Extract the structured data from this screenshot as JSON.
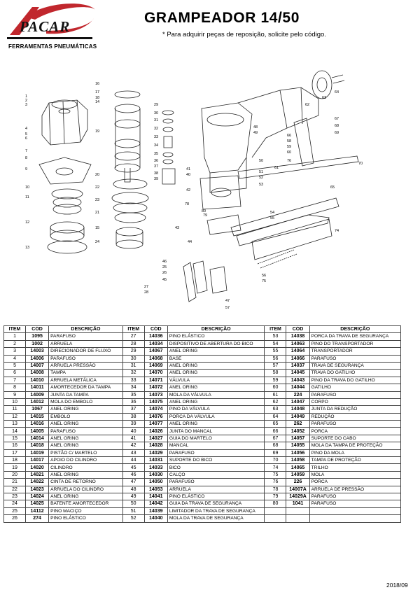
{
  "header": {
    "brand": "PACAR",
    "brand_sub": "FERRAMENTAS PNEUMÁTICAS",
    "title": "GRAMPEADOR 14/50",
    "subtitle": "* Para adquirir peças de reposição, solicite pelo código."
  },
  "table": {
    "headers": [
      "ITEM",
      "CÓD",
      "DESCRIÇÃO"
    ],
    "rows": [
      [
        {
          "item": "1",
          "cod": "1095",
          "desc": "PARAFUSO"
        },
        {
          "item": "27",
          "cod": "14036",
          "desc": "PINO ELÁSTICO"
        },
        {
          "item": "53",
          "cod": "14038",
          "desc": "PORCA DA TRAVA DE SEGURANÇA"
        }
      ],
      [
        {
          "item": "2",
          "cod": "1002",
          "desc": "ARRUELA"
        },
        {
          "item": "28",
          "cod": "14034",
          "desc": "DISPOSITIVO DE ABERTURA DO BICO"
        },
        {
          "item": "54",
          "cod": "14063",
          "desc": "PINO DO TRANSPORTADOR"
        }
      ],
      [
        {
          "item": "3",
          "cod": "14003",
          "desc": "DIRECIONADOR DE FLUXO"
        },
        {
          "item": "29",
          "cod": "14067",
          "desc": "ANEL ORING"
        },
        {
          "item": "55",
          "cod": "14064",
          "desc": "TRANSPORTADOR"
        }
      ],
      [
        {
          "item": "4",
          "cod": "14006",
          "desc": "PARAFUSO"
        },
        {
          "item": "30",
          "cod": "14068",
          "desc": "BASE"
        },
        {
          "item": "56",
          "cod": "14066",
          "desc": "PARAFUSO"
        }
      ],
      [
        {
          "item": "5",
          "cod": "14007",
          "desc": "ARRUELA PRESSÃO"
        },
        {
          "item": "31",
          "cod": "14069",
          "desc": "ANEL ORING"
        },
        {
          "item": "57",
          "cod": "14037",
          "desc": "TRAVA DE SEGURANÇA"
        }
      ],
      [
        {
          "item": "6",
          "cod": "14008",
          "desc": "TAMPA"
        },
        {
          "item": "32",
          "cod": "14070",
          "desc": "ANEL ORING"
        },
        {
          "item": "58",
          "cod": "14045",
          "desc": "TRAVA DO GATILHO"
        }
      ],
      [
        {
          "item": "7",
          "cod": "14010",
          "desc": "ARRUELA METÁLICA"
        },
        {
          "item": "33",
          "cod": "14071",
          "desc": "VÁLVULA"
        },
        {
          "item": "59",
          "cod": "14043",
          "desc": "PINO DA TRAVA DO GATILHO"
        }
      ],
      [
        {
          "item": "8",
          "cod": "14011",
          "desc": "AMORTECEDOR DA TAMPA"
        },
        {
          "item": "34",
          "cod": "14072",
          "desc": "ANEL ORING"
        },
        {
          "item": "60",
          "cod": "14044",
          "desc": "GATILHO"
        }
      ],
      [
        {
          "item": "9",
          "cod": "14009",
          "desc": "JUNTA DA TAMPA"
        },
        {
          "item": "35",
          "cod": "14073",
          "desc": "MOLA DA VÁLVULA"
        },
        {
          "item": "61",
          "cod": "224",
          "desc": "PARAFUSO"
        }
      ],
      [
        {
          "item": "10",
          "cod": "14012",
          "desc": "MOLA DO EMBOLO"
        },
        {
          "item": "36",
          "cod": "14075",
          "desc": "ANEL ORING"
        },
        {
          "item": "62",
          "cod": "14047",
          "desc": "CORPO"
        }
      ],
      [
        {
          "item": "11",
          "cod": "1067",
          "desc": "ANEL ORING"
        },
        {
          "item": "37",
          "cod": "14074",
          "desc": "PINO DA VÁLVULA"
        },
        {
          "item": "63",
          "cod": "14048",
          "desc": "JUNTA DA REDUÇÃO"
        }
      ],
      [
        {
          "item": "12",
          "cod": "14015",
          "desc": "EMBOLO"
        },
        {
          "item": "38",
          "cod": "14076",
          "desc": "PORCA DA VÁLVULA"
        },
        {
          "item": "64",
          "cod": "14049",
          "desc": "REDUÇÃO"
        }
      ],
      [
        {
          "item": "13",
          "cod": "14016",
          "desc": "ANEL ORING"
        },
        {
          "item": "39",
          "cod": "14077",
          "desc": "ANEL ORING"
        },
        {
          "item": "65",
          "cod": "262",
          "desc": "PARAFUSO"
        }
      ],
      [
        {
          "item": "14",
          "cod": "14005",
          "desc": "PARAFUSO"
        },
        {
          "item": "40",
          "cod": "14026",
          "desc": "JUNTA DO MANCAL"
        },
        {
          "item": "66",
          "cod": "14052",
          "desc": "PORCA"
        }
      ],
      [
        {
          "item": "15",
          "cod": "14014",
          "desc": "ANEL ORING"
        },
        {
          "item": "41",
          "cod": "14027",
          "desc": "GUIA DO MARTELO"
        },
        {
          "item": "67",
          "cod": "14057",
          "desc": "SUPORTE DO CABO"
        }
      ],
      [
        {
          "item": "16",
          "cod": "14018",
          "desc": "ANEL ORING"
        },
        {
          "item": "42",
          "cod": "14028",
          "desc": "MANCAL"
        },
        {
          "item": "68",
          "cod": "14055",
          "desc": "MOLA DA TAMPA DE PROTEÇÃO"
        }
      ],
      [
        {
          "item": "17",
          "cod": "14019",
          "desc": "PISTÃO C/ MARTELO"
        },
        {
          "item": "43",
          "cod": "14029",
          "desc": "PARAFUSO"
        },
        {
          "item": "69",
          "cod": "14056",
          "desc": "PINO DA MOLA"
        }
      ],
      [
        {
          "item": "18",
          "cod": "14017",
          "desc": "APOIO DO CILINDRO"
        },
        {
          "item": "44",
          "cod": "14031",
          "desc": "SUPORTE DO BICO"
        },
        {
          "item": "70",
          "cod": "14058",
          "desc": "TAMPA DE PROTEÇÃO"
        }
      ],
      [
        {
          "item": "19",
          "cod": "14020",
          "desc": "CILINDRO"
        },
        {
          "item": "45",
          "cod": "14033",
          "desc": "BICO"
        },
        {
          "item": "74",
          "cod": "14065",
          "desc": "TRILHO"
        }
      ],
      [
        {
          "item": "20",
          "cod": "14021",
          "desc": "ANEL ORING"
        },
        {
          "item": "46",
          "cod": "14030",
          "desc": "CALÇO"
        },
        {
          "item": "75",
          "cod": "14059",
          "desc": "MOLA"
        }
      ],
      [
        {
          "item": "21",
          "cod": "14022",
          "desc": "CINTA DE RETORNO"
        },
        {
          "item": "47",
          "cod": "14050",
          "desc": "PARAFUSO"
        },
        {
          "item": "76",
          "cod": "226",
          "desc": "PORCA"
        }
      ],
      [
        {
          "item": "22",
          "cod": "14023",
          "desc": "ARRUELA DO CILINDRO"
        },
        {
          "item": "48",
          "cod": "14053",
          "desc": "ARRUELA"
        },
        {
          "item": "78",
          "cod": "14007A",
          "desc": "ARRUELA DE PRESSÃO"
        }
      ],
      [
        {
          "item": "23",
          "cod": "14024",
          "desc": "ANEL ORING"
        },
        {
          "item": "49",
          "cod": "14041",
          "desc": "PINO ELÁSTICO"
        },
        {
          "item": "79",
          "cod": "14029A",
          "desc": "PARAFUSO"
        }
      ],
      [
        {
          "item": "24",
          "cod": "14025",
          "desc": "BATENTE AMORTECEDOR"
        },
        {
          "item": "50",
          "cod": "14042",
          "desc": "GUIA DA TRAVA DE SEGURANÇA"
        },
        {
          "item": "80",
          "cod": "1041",
          "desc": "PARAFUSO"
        }
      ],
      [
        {
          "item": "25",
          "cod": "14112",
          "desc": "PINO MACIÇO"
        },
        {
          "item": "51",
          "cod": "14039",
          "desc": "LIMITADOR DA TRAVA DE SEGURANÇA"
        },
        {
          "item": "",
          "cod": "",
          "desc": ""
        }
      ],
      [
        {
          "item": "26",
          "cod": "274",
          "desc": "PINO ELÁSTICO"
        },
        {
          "item": "52",
          "cod": "14040",
          "desc": "MOLA DA TRAVA DE SEGURANÇA"
        },
        {
          "item": "",
          "cod": "",
          "desc": ""
        }
      ]
    ]
  },
  "diagram": {
    "callouts": [
      "1",
      "2",
      "3",
      "4",
      "5",
      "6",
      "7",
      "8",
      "9",
      "10",
      "11",
      "12",
      "13",
      "14",
      "15",
      "16",
      "17",
      "18",
      "19",
      "20",
      "21",
      "22",
      "23",
      "24",
      "25",
      "26",
      "27",
      "28",
      "29",
      "30",
      "31",
      "32",
      "33",
      "34",
      "35",
      "36",
      "37",
      "38",
      "39",
      "40",
      "41",
      "42",
      "43",
      "44",
      "45",
      "46",
      "47",
      "48",
      "49",
      "50",
      "51",
      "52",
      "53",
      "54",
      "55",
      "56",
      "57",
      "58",
      "59",
      "60",
      "61",
      "62",
      "63",
      "64",
      "65",
      "66",
      "67",
      "68",
      "69",
      "70",
      "74",
      "75",
      "76",
      "78",
      "79",
      "80"
    ]
  },
  "footer": {
    "date": "2018/09"
  }
}
